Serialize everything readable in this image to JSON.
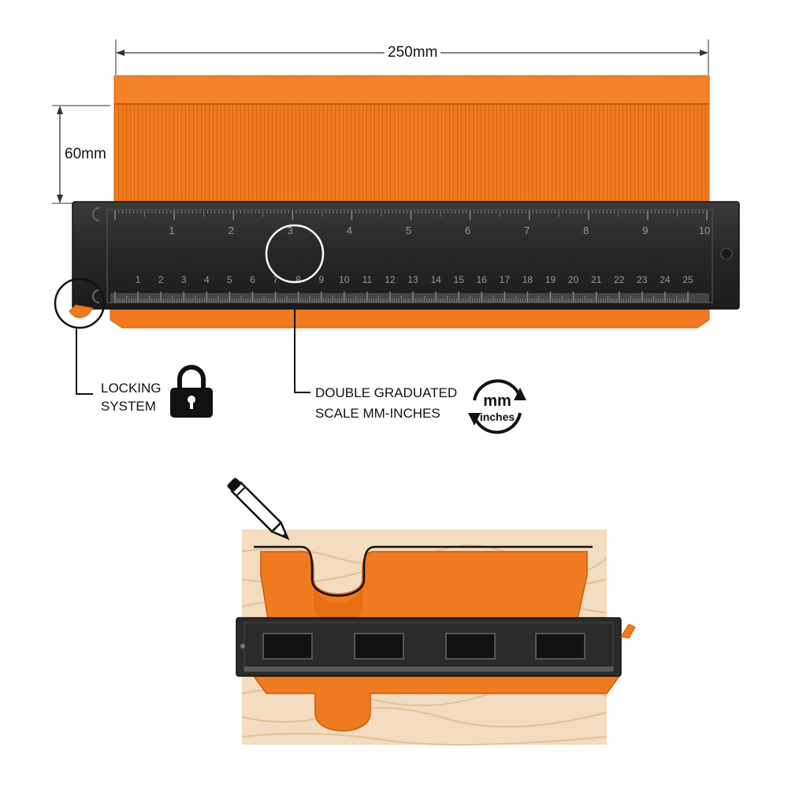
{
  "dimensions": {
    "width_label": "250mm",
    "height_label": "60mm"
  },
  "ruler": {
    "top_scale": [
      "1",
      "2",
      "3",
      "4",
      "5",
      "6",
      "7",
      "8",
      "9",
      "10"
    ],
    "bottom_scale": [
      "1",
      "2",
      "3",
      "4",
      "5",
      "6",
      "7",
      "8",
      "9",
      "10",
      "11",
      "12",
      "13",
      "14",
      "15",
      "16",
      "17",
      "18",
      "19",
      "20",
      "21",
      "22",
      "23",
      "24",
      "25"
    ]
  },
  "features": {
    "locking": {
      "line1": "LOCKING",
      "line2": "SYSTEM",
      "icon": "padlock-icon"
    },
    "scale": {
      "line1": "DOUBLE GRADUATED",
      "line2": "SCALE MM-INCHES",
      "icon": "mm-inches-switch-icon"
    },
    "unit_badge": {
      "top": "mm",
      "bottom": "inches"
    }
  },
  "colors": {
    "orange": "#f07a1f",
    "ruler_dark": "#2b2b2b",
    "wood": "#f3dcc0"
  }
}
